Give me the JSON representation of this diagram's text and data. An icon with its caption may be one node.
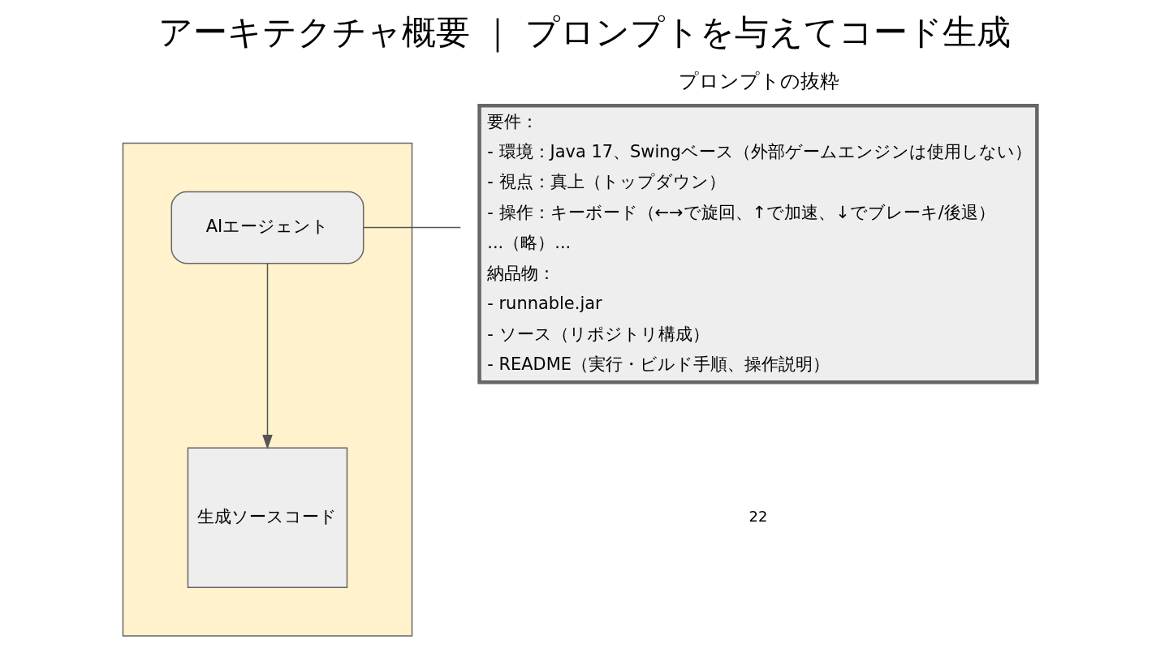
{
  "diagram": {
    "title": "アーキテクチャ概要 ｜ プロンプトを与えてコード生成",
    "nodes": [
      {
        "text": [],
        "shape": "box"
      },
      {
        "text": [
          "AIエージェント"
        ],
        "in": 0
      },
      {
        "text": [
          "生成ソースコード"
        ],
        "in": 0
      },
      {
        "text": [
          "プロンプトの抜粋",
          "要件：",
          "- 環境：Java 17、Swingベース（外部ゲームエンジンは使用しない）",
          "- 視点：真上（トップダウン）",
          "- 操作：キーボード（←→で旋回、↑で加速、↓でブレーキ/後退）",
          "...（略）...",
          "納品物：",
          "- runnable.jar",
          "- ソース（リポジトリ構成）",
          "- README（実行・ビルド手順、操作説明）"
        ]
      }
    ],
    "edges": [
      {
        "from": 1,
        "to": 2,
        "arrow": "to"
      },
      {
        "from": 3,
        "to": 1,
        "arrow": "none"
      }
    ],
    "labels": [
      "22"
    ]
  }
}
